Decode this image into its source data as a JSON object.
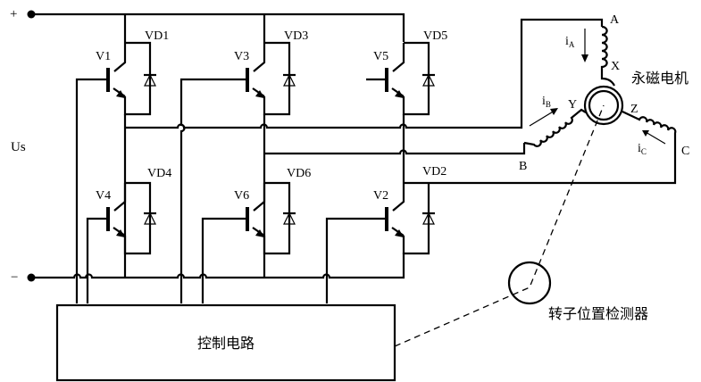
{
  "supply": {
    "plus_label": "+",
    "minus_label": "−",
    "voltage_label": "Us"
  },
  "switches": [
    {
      "id": "V1",
      "label": "V1",
      "diode": "VD1"
    },
    {
      "id": "V3",
      "label": "V3",
      "diode": "VD3"
    },
    {
      "id": "V5",
      "label": "V5",
      "diode": "VD5"
    },
    {
      "id": "V4",
      "label": "V4",
      "diode": "VD4"
    },
    {
      "id": "V6",
      "label": "V6",
      "diode": "VD6"
    },
    {
      "id": "V2",
      "label": "V2",
      "diode": "VD2"
    }
  ],
  "motor": {
    "title": "永磁电机",
    "terminals": {
      "A": "A",
      "B": "B",
      "C": "C",
      "X": "X",
      "Y": "Y",
      "Z": "Z"
    },
    "currents": {
      "iA": {
        "main": "i",
        "sub": "A"
      },
      "iB": {
        "main": "i",
        "sub": "B"
      },
      "iC": {
        "main": "i",
        "sub": "C"
      }
    }
  },
  "control_circuit": {
    "label": "控制电路"
  },
  "rotor_sensor": {
    "label": "转子位置检测器"
  }
}
